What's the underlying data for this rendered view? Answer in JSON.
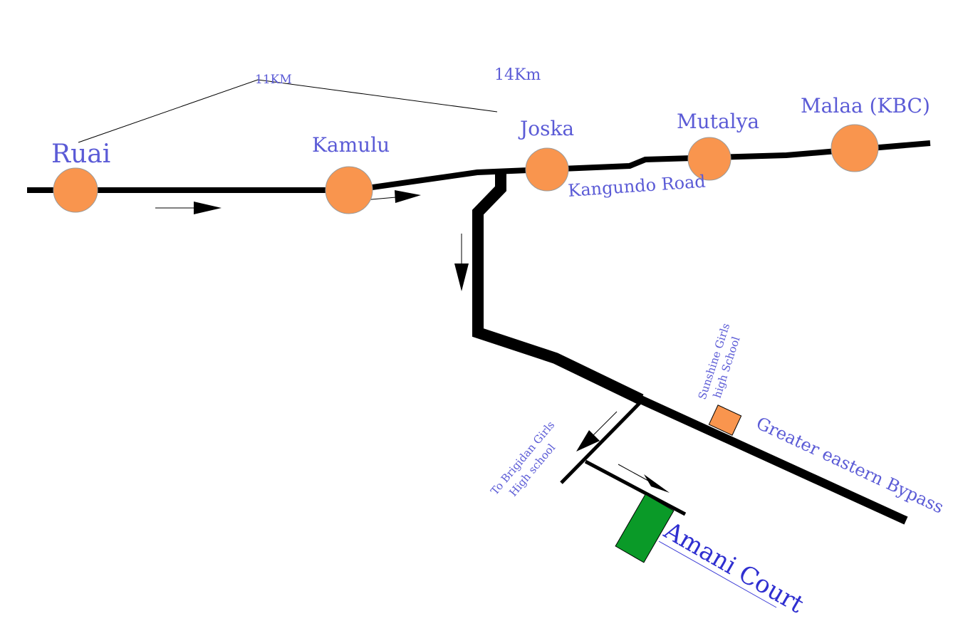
{
  "towns": [
    {
      "id": "ruai",
      "label": "Ruai"
    },
    {
      "id": "kamulu",
      "label": "Kamulu"
    },
    {
      "id": "joska",
      "label": "Joska"
    },
    {
      "id": "mutalya",
      "label": "Mutalya"
    },
    {
      "id": "malaa",
      "label": "Malaa (KBC)"
    }
  ],
  "distances": {
    "ruai_to_joska": "11KM",
    "joska_onward": "14Km"
  },
  "roads": {
    "kangundo": "Kangundo Road",
    "bypass": "Greater eastern Bypass"
  },
  "landmarks": {
    "sunshine_line1": "Sunshine Girls",
    "sunshine_line2": "high School",
    "brigidan_line1": "To Brigidan Girls",
    "brigidan_line2": "High school",
    "destination": "Amani Court"
  },
  "colors": {
    "town": "#f9954e",
    "destination": "#0a9a28",
    "label": "#5b5bd6",
    "road": "#000000"
  }
}
